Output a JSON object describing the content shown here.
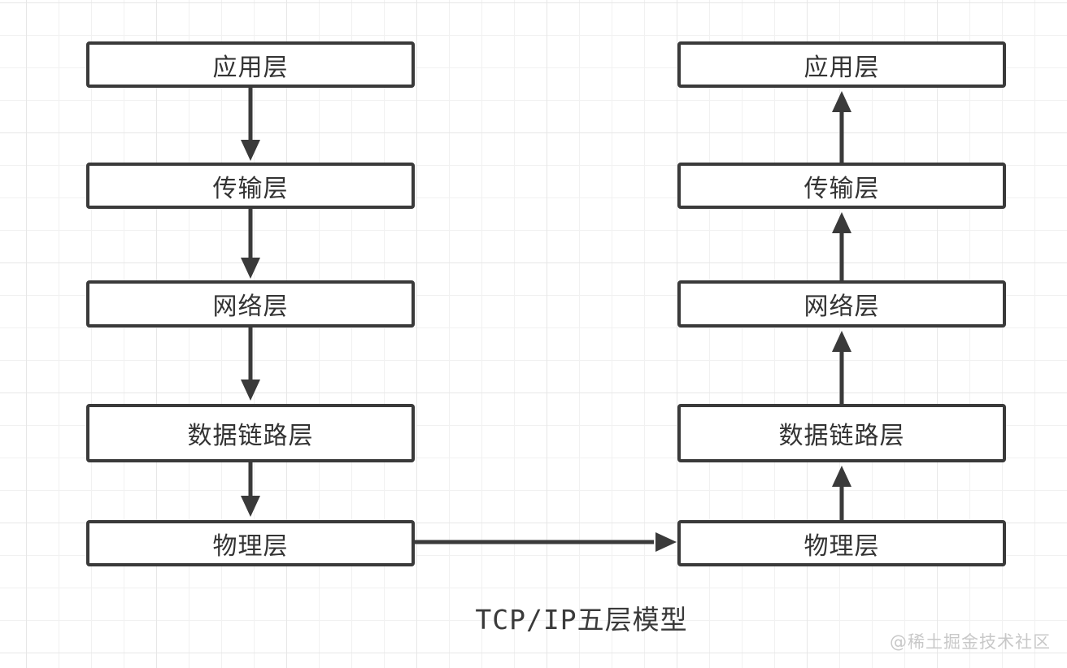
{
  "diagram": {
    "title": "TCP/IP五层模型",
    "layers": [
      "应用层",
      "传输层",
      "网络层",
      "数据链路层",
      "物理层"
    ],
    "left_stack": {
      "order": "top-to-bottom",
      "arrow_direction": "down"
    },
    "right_stack": {
      "order": "top-to-bottom",
      "arrow_direction": "up"
    },
    "cross_arrow": {
      "from": "物理层 (left stack)",
      "to": "物理层 (right stack)",
      "direction": "right"
    }
  },
  "watermark": {
    "text": "@稀土掘金技术社区"
  },
  "colors": {
    "box_border": "#3a3a3a",
    "box_fill": "#ffffff",
    "text": "#333333",
    "arrow": "#3a3a3a",
    "title": "#3a3a3a",
    "watermark": "#c8c8c8",
    "grid_minor": "#f1f1f1",
    "grid_major": "#e7e7e7",
    "background": "#ffffff"
  }
}
